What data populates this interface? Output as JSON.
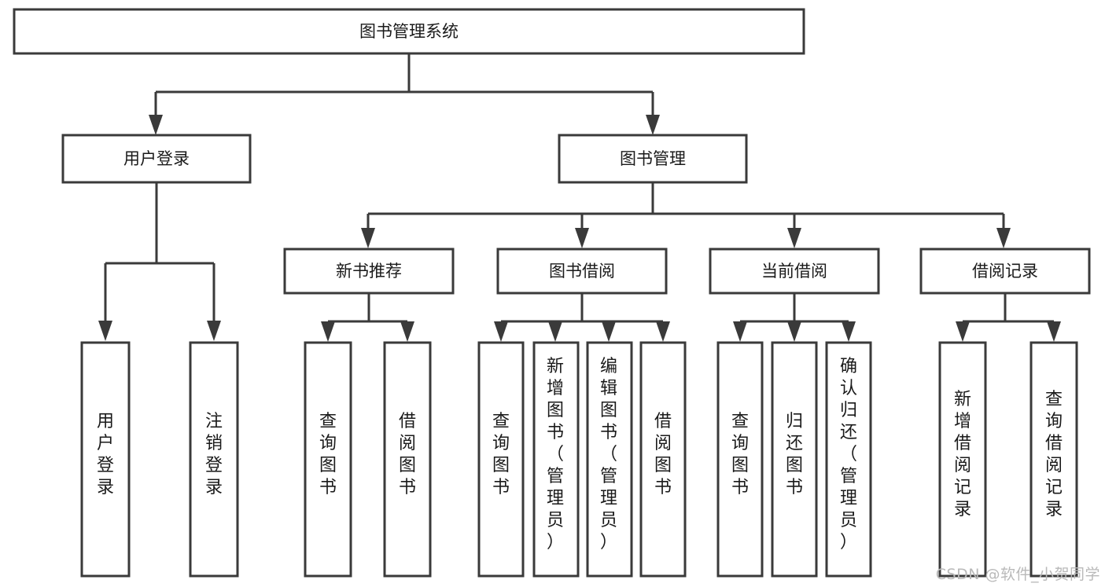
{
  "diagram": {
    "type": "tree-hierarchy",
    "title": "图书管理系统",
    "watermark": "CSDN @软件_小贺同学",
    "colors": {
      "stroke": "#3a3a3a",
      "fill": "#ffffff",
      "text": "#1a1a1a",
      "watermark": "#b9b9b9",
      "background": "#ffffff"
    },
    "root": {
      "id": "root",
      "label": "图书管理系统"
    },
    "level2": [
      {
        "id": "user-login",
        "label": "用户登录"
      },
      {
        "id": "book-manage",
        "label": "图书管理"
      }
    ],
    "level3": [
      {
        "id": "new-book-recommend",
        "label": "新书推荐",
        "parent": "book-manage"
      },
      {
        "id": "book-borrow",
        "label": "图书借阅",
        "parent": "book-manage"
      },
      {
        "id": "current-borrow",
        "label": "当前借阅",
        "parent": "book-manage"
      },
      {
        "id": "borrow-record",
        "label": "借阅记录",
        "parent": "book-manage"
      }
    ],
    "leaves": [
      {
        "id": "leaf-user-login",
        "label": "用户登录",
        "parent": "user-login"
      },
      {
        "id": "leaf-user-logout",
        "label": "注销登录",
        "parent": "user-login"
      },
      {
        "id": "leaf-query-book-1",
        "label": "查询图书",
        "parent": "new-book-recommend"
      },
      {
        "id": "leaf-borrow-book-1",
        "label": "借阅图书",
        "parent": "new-book-recommend"
      },
      {
        "id": "leaf-query-book-2",
        "label": "查询图书",
        "parent": "book-borrow"
      },
      {
        "id": "leaf-add-book",
        "label": "新增图书（管理员）",
        "parent": "book-borrow"
      },
      {
        "id": "leaf-edit-book",
        "label": "编辑图书（管理员）",
        "parent": "book-borrow"
      },
      {
        "id": "leaf-borrow-book-2",
        "label": "借阅图书",
        "parent": "book-borrow"
      },
      {
        "id": "leaf-query-book-3",
        "label": "查询图书",
        "parent": "current-borrow"
      },
      {
        "id": "leaf-return-book",
        "label": "归还图书",
        "parent": "current-borrow"
      },
      {
        "id": "leaf-confirm-return",
        "label": "确认归还（管理员）",
        "parent": "current-borrow"
      },
      {
        "id": "leaf-add-record",
        "label": "新增借阅记录",
        "parent": "borrow-record"
      },
      {
        "id": "leaf-query-record",
        "label": "查询借阅记录",
        "parent": "borrow-record"
      }
    ]
  }
}
